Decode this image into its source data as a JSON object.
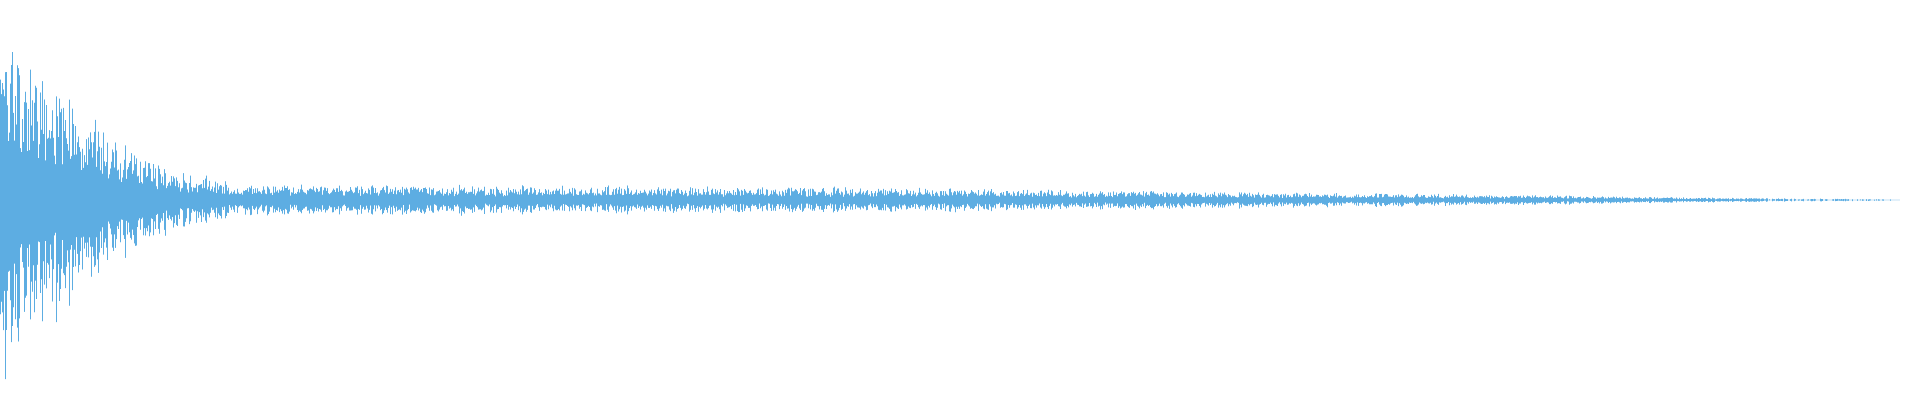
{
  "waveform": {
    "color": "#5dade2",
    "background": "#ffffff",
    "duration_fraction_with_signal": 0.995,
    "envelope_description_points": [
      {
        "t": 0.0,
        "amp": 0.9
      },
      {
        "t": 0.01,
        "amp": 0.75
      },
      {
        "t": 0.03,
        "amp": 0.55
      },
      {
        "t": 0.06,
        "amp": 0.32
      },
      {
        "t": 0.09,
        "amp": 0.14
      },
      {
        "t": 0.13,
        "amp": 0.08
      },
      {
        "t": 0.25,
        "amp": 0.07
      },
      {
        "t": 0.45,
        "amp": 0.06
      },
      {
        "t": 0.65,
        "amp": 0.04
      },
      {
        "t": 0.8,
        "amp": 0.025
      },
      {
        "t": 0.9,
        "amp": 0.012
      },
      {
        "t": 0.995,
        "amp": 0.004
      },
      {
        "t": 1.0,
        "amp": 0.0
      }
    ]
  }
}
